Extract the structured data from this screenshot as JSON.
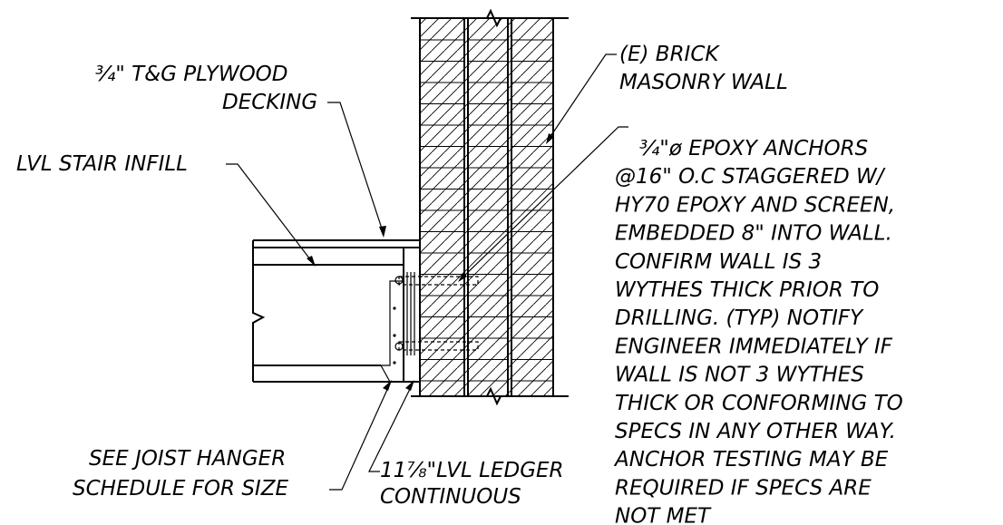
{
  "labels": {
    "decking_line1": "¾\" T&G PLYWOOD",
    "decking_line2": "DECKING",
    "stair_infill": "LVL STAIR INFILL",
    "brick_line1": "(E) BRICK",
    "brick_line2": "MASONRY WALL",
    "anchor_lines": [
      "¾\"ø EPOXY ANCHORS",
      "@16\" O.C STAGGERED W/",
      "HY70 EPOXY AND SCREEN,",
      "EMBEDDED 8\" INTO WALL.",
      "CONFIRM WALL IS 3",
      "WYTHES THICK PRIOR TO",
      "DRILLING. (TYP) NOTIFY",
      "ENGINEER IMMEDIATELY IF",
      "WALL IS NOT 3 WYTHES",
      "THICK OR CONFORMING TO",
      "SPECS IN ANY OTHER WAY.",
      " ANCHOR TESTING MAY BE",
      "REQUIRED IF SPECS ARE",
      "NOT MET"
    ],
    "hanger_line1": "SEE JOIST HANGER",
    "hanger_line2": "SCHEDULE FOR SIZE",
    "ledger_line1": "11⅞\"LVL LEDGER",
    "ledger_line2": "CONTINUOUS"
  }
}
